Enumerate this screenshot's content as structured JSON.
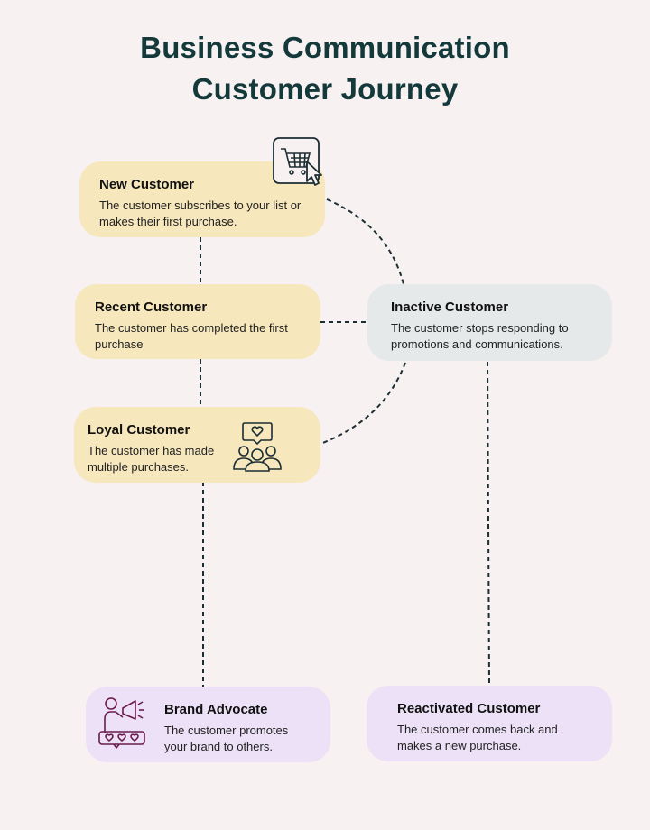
{
  "title": {
    "line1": "Business Communication",
    "line2": "Customer Journey"
  },
  "stages": {
    "new": {
      "label": "New Customer",
      "desc": "The customer subscribes to your list or makes their first purchase."
    },
    "recent": {
      "label": "Recent Customer",
      "desc": "The customer has completed the first purchase"
    },
    "loyal": {
      "label": "Loyal Customer",
      "desc": "The customer has made multiple purchases."
    },
    "inactive": {
      "label": "Inactive Customer",
      "desc": "The customer stops responding to promotions and communications."
    },
    "advocate": {
      "label": "Brand Advocate",
      "desc": "The customer promotes your brand to others."
    },
    "reactivated": {
      "label": "Reactivated Customer",
      "desc": "The customer comes back and makes a new purchase."
    }
  },
  "icons": {
    "new": "shopping-cart-cursor-icon",
    "loyal": "group-heart-icon",
    "advocate": "megaphone-person-icon"
  },
  "colors": {
    "title": "#14393b",
    "yellow_card": "#f6e7bd",
    "grey_card": "#e5e9ea",
    "purple_card": "#ece1f6",
    "connector": "#1c2e33",
    "advocate_icon": "#6b1b4a"
  }
}
